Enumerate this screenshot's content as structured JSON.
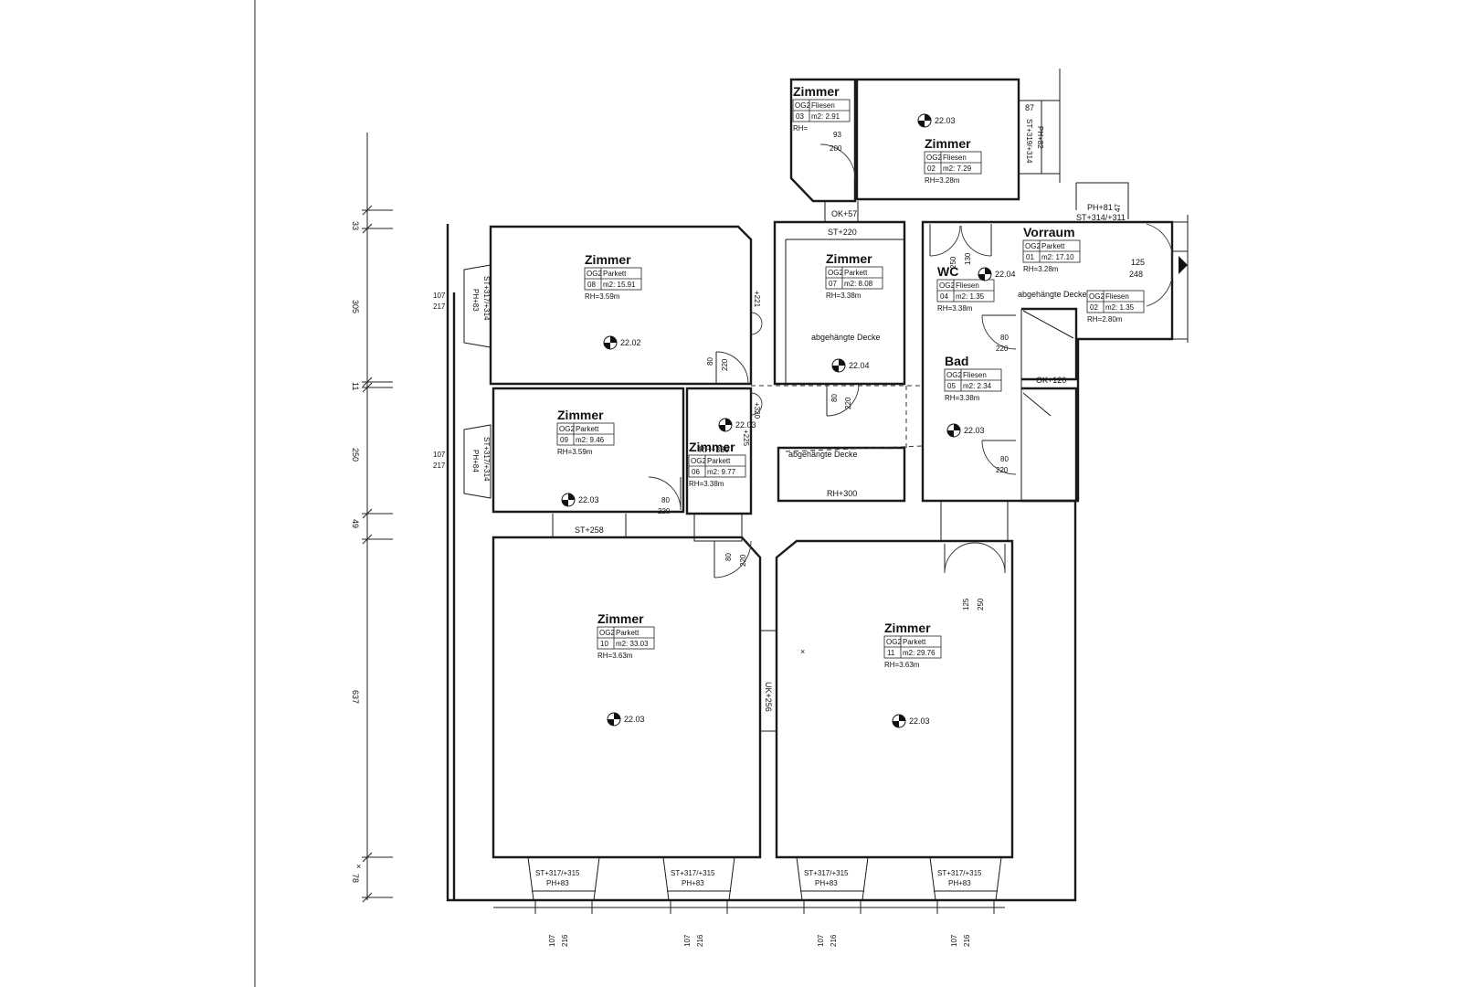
{
  "rooms": [
    {
      "name": "Zimmer",
      "floor": "OG2",
      "material": "Fliesen",
      "number": "03",
      "area": "m2: 2.91",
      "height": "RH="
    },
    {
      "name": "Zimmer",
      "floor": "OG2",
      "material": "Fliesen",
      "number": "02",
      "area": "m2: 7.29",
      "height": "RH=3.28m"
    },
    {
      "name": "Zimmer",
      "floor": "OG2",
      "material": "Parkett",
      "number": "08",
      "area": "m2: 15.91",
      "height": "RH=3.59m"
    },
    {
      "name": "Zimmer",
      "floor": "OG2",
      "material": "Parkett",
      "number": "07",
      "area": "m2: 8.08",
      "height": "RH=3.38m"
    },
    {
      "name": "Vorraum",
      "floor": "OG2",
      "material": "Parkett",
      "number": "01",
      "area": "m2: 17.10",
      "height": "RH=3.28m"
    },
    {
      "name": "WC",
      "floor": "OG2",
      "material": "Fliesen",
      "number": "04",
      "area": "m2: 1.35",
      "height": "RH=3.38m"
    },
    {
      "name": "",
      "floor": "OG2",
      "material": "Fliesen",
      "number": "02",
      "area": "m2: 1.35",
      "height": "RH=2.80m"
    },
    {
      "name": "Zimmer",
      "floor": "OG2",
      "material": "Parkett",
      "number": "09",
      "area": "m2: 9.46",
      "height": "RH=3.59m"
    },
    {
      "name": "Zimmer",
      "floor": "OG2",
      "material": "Parkett",
      "number": "06",
      "area": "m2: 9.77",
      "height": "RH=3.38m"
    },
    {
      "name": "Bad",
      "floor": "OG2",
      "material": "Fliesen",
      "number": "05",
      "area": "m2: 2.34",
      "height": "RH=3.38m"
    },
    {
      "name": "Zimmer",
      "floor": "OG2",
      "material": "Parkett",
      "number": "10",
      "area": "m2: 33.03",
      "height": "RH=3.63m"
    },
    {
      "name": "Zimmer",
      "floor": "OG2",
      "material": "Parkett",
      "number": "11",
      "area": "m2: 29.76",
      "height": "RH=3.63m"
    }
  ],
  "level_marks": [
    "22.03",
    "22.02",
    "22.04",
    "22.04",
    "22.03",
    "22.03",
    "22.03",
    "22.03",
    "22.03"
  ],
  "annotations": {
    "ok_57": "OK+57",
    "st_220": "ST+220",
    "abg_decke_1": "abgehängte Decke",
    "abg_decke_2": "abgehängte Decke",
    "abg_decke_3": "abgehängte Decke",
    "rh_339": "RH+339",
    "rh_300": "RH+300",
    "ok_120": "OK+120",
    "st_258": "ST+258",
    "uk_256": "UK+256",
    "ph_81": "PH+81",
    "st_314_311": "ST+314/+311",
    "v_47": "47",
    "v_87": "87",
    "v_125a": "125",
    "v_248": "248",
    "win_top": "ST+319/+314",
    "win_top_ph": "PH+82",
    "v_221": "+221",
    "v_320": "+320",
    "v_225": "+225",
    "w_93": "93",
    "w_200": "200"
  },
  "doors": [
    {
      "w": "80",
      "h": "220"
    },
    {
      "w": "80",
      "h": "220"
    },
    {
      "w": "80",
      "h": "220"
    },
    {
      "w": "80",
      "h": "220"
    },
    {
      "w": "80",
      "h": "220"
    },
    {
      "w": "80",
      "h": "220"
    },
    {
      "w": "80",
      "h": "220"
    },
    {
      "w": "250",
      "h": "130"
    },
    {
      "w": "125",
      "h": "250"
    }
  ],
  "left_windows": [
    {
      "a": "107",
      "b": "217",
      "st": "ST+317/+314",
      "ph": "PH+83"
    },
    {
      "a": "107",
      "b": "217",
      "st": "ST+317/+314",
      "ph": "PH+84"
    }
  ],
  "bottom_windows": [
    {
      "st": "ST+317/+315",
      "ph": "PH+83",
      "a": "107",
      "b": "216"
    },
    {
      "st": "ST+317/+315",
      "ph": "PH+83",
      "a": "107",
      "b": "216"
    },
    {
      "st": "ST+317/+315",
      "ph": "PH+83",
      "a": "107",
      "b": "216"
    },
    {
      "st": "ST+317/+315",
      "ph": "PH+83",
      "a": "107",
      "b": "216"
    }
  ],
  "dimensions": [
    "33",
    "305",
    "11",
    "250",
    "49",
    "637",
    "78"
  ]
}
